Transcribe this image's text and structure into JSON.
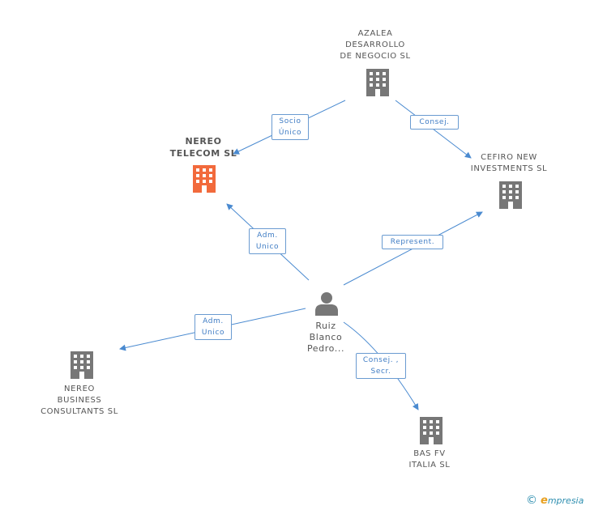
{
  "colors": {
    "edge": "#4a8ad0",
    "building_gray": "#777777",
    "building_focus": "#f26a3c",
    "person": "#777777"
  },
  "nodes": {
    "azalea": {
      "lines": [
        "AZALEA",
        "DESARROLLO",
        "DE NEGOCIO SL"
      ],
      "icon": "building-icon"
    },
    "nereo_telecom": {
      "lines": [
        "NEREO",
        "TELECOM SL"
      ],
      "icon": "building-icon",
      "highlight": true
    },
    "cefiro": {
      "lines": [
        "CEFIRO NEW",
        "INVESTMENTS SL"
      ],
      "icon": "building-icon"
    },
    "ruiz": {
      "lines": [
        "Ruiz",
        "Blanco",
        "Pedro..."
      ],
      "icon": "person-icon"
    },
    "nereo_business": {
      "lines": [
        "NEREO",
        "BUSINESS",
        "CONSULTANTS SL"
      ],
      "icon": "building-icon"
    },
    "bas_fv": {
      "lines": [
        "BAS FV",
        "ITALIA SL"
      ],
      "icon": "building-icon"
    }
  },
  "edges": {
    "socio_unico": [
      "Socio",
      "Único"
    ],
    "consej": [
      "Consej."
    ],
    "adm_unico_1": [
      "Adm.",
      "Unico"
    ],
    "represent": [
      "Represent."
    ],
    "adm_unico_2": [
      "Adm.",
      "Unico"
    ],
    "consej_secr": [
      "Consej. ,",
      "Secr."
    ]
  },
  "footer": {
    "copyright": "©",
    "brand_e": "e",
    "brand_rest": "mpresia"
  }
}
